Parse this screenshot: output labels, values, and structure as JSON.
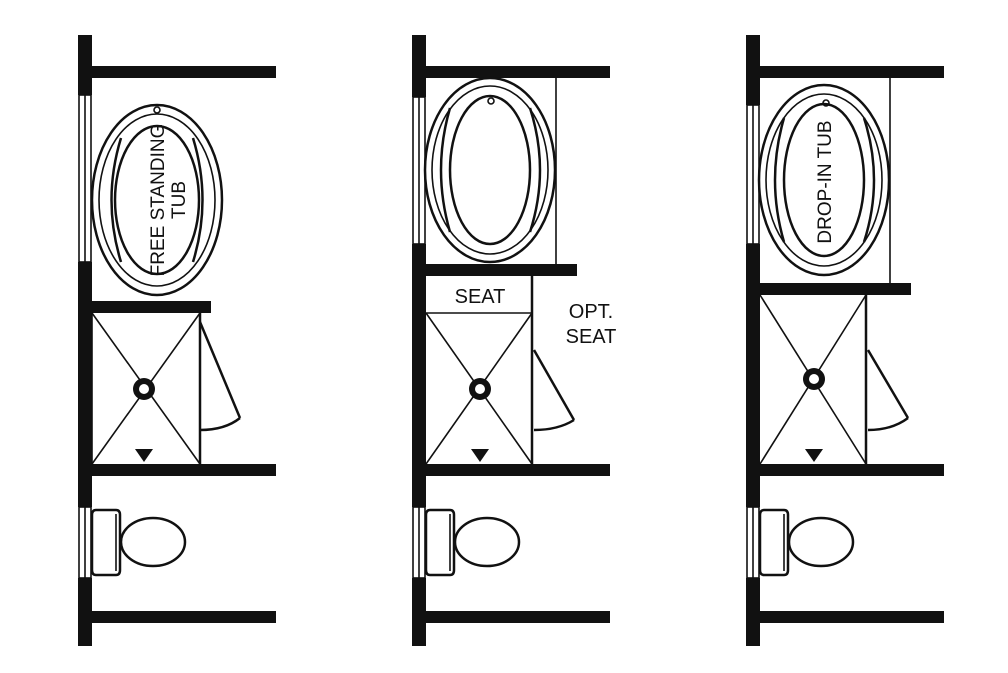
{
  "colors": {
    "line": "#111111",
    "background": "#ffffff"
  },
  "plans": [
    {
      "id": "freestanding",
      "tub_style": "freestanding",
      "tub_label_lines": [
        "FREE STANDING",
        "TUB"
      ]
    },
    {
      "id": "seat",
      "tub_style": "drop-in",
      "seat_label": "SEAT",
      "opt_seat_lines": [
        "OPT.",
        "SEAT"
      ]
    },
    {
      "id": "dropin",
      "tub_style": "drop-in",
      "tub_label_lines": [
        "DROP-IN TUB"
      ]
    }
  ]
}
